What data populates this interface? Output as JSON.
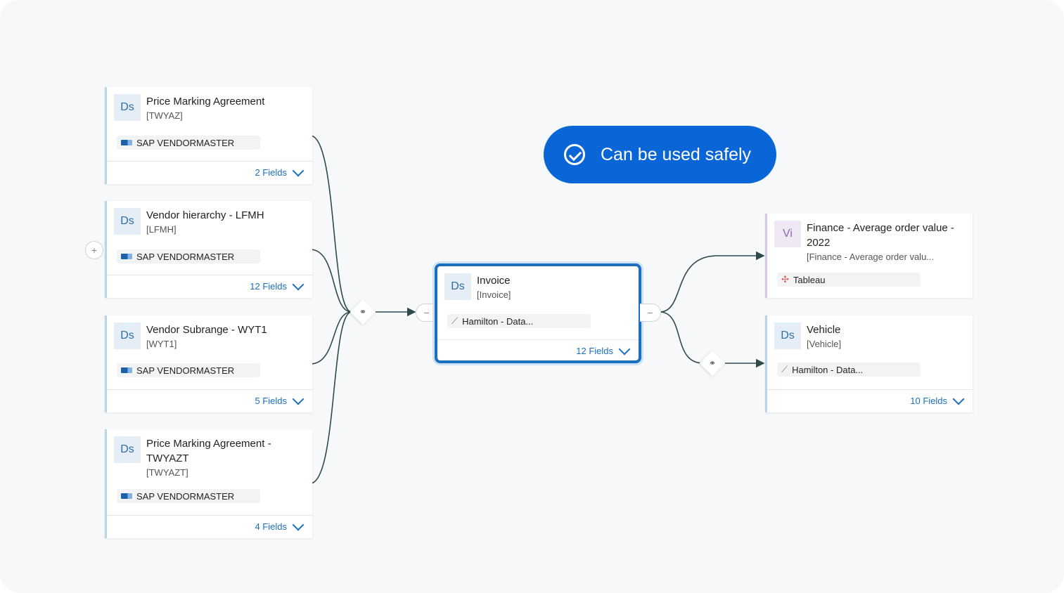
{
  "cards": [
    {
      "badge": "Ds",
      "title": "Price Marking Agreement",
      "code": "[TWYAZ]",
      "source": "SAP VENDORMASTER",
      "fields": "2 Fields"
    },
    {
      "badge": "Ds",
      "title": "Vendor hierarchy - LFMH",
      "code": "[LFMH]",
      "source": "SAP VENDORMASTER",
      "fields": "12 Fields"
    },
    {
      "badge": "Ds",
      "title": "Vendor Subrange - WYT1",
      "code": "[WYT1]",
      "source": "SAP VENDORMASTER",
      "fields": "5 Fields"
    },
    {
      "badge": "Ds",
      "title": "Price Marking Agreement - TWYAZT",
      "code": "[TWYAZT]",
      "source": "SAP VENDORMASTER",
      "fields": "4 Fields"
    }
  ],
  "main": {
    "badge": "Ds",
    "title": "Invoice",
    "code": "[Invoice]",
    "source": "Hamilton - Data...",
    "fields": "12 Fields"
  },
  "right": [
    {
      "badge": "Vi",
      "title": "Finance - Average order value - 2022",
      "code": "[Finance - Average order valu...",
      "source": "Tableau"
    },
    {
      "badge": "Ds",
      "title": "Vehicle",
      "code": "[Vehicle]",
      "source": "Hamilton - Data...",
      "fields": "10 Fields"
    }
  ],
  "status": {
    "label": "Can be used safely",
    "color": "#0a66d6"
  },
  "ports": {
    "expand": "+",
    "collapse": "−"
  },
  "icons": {
    "check": "check-circle-icon",
    "link": "link-node-icon",
    "sap": "sap-icon",
    "database": "database-icon",
    "tableau": "tableau-icon",
    "chevron": "chevron-down-icon"
  }
}
